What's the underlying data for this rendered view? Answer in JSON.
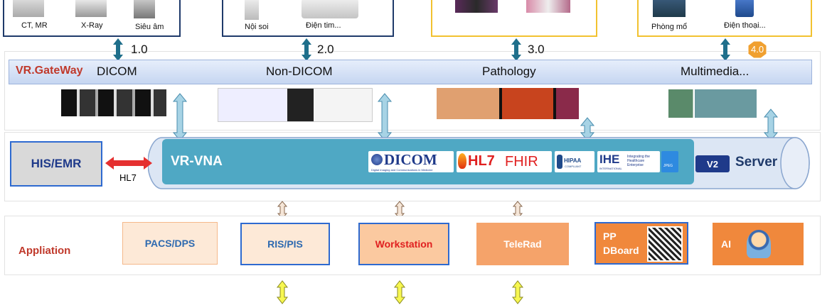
{
  "devices": {
    "group1": [
      "CT, MR",
      "X-Ray",
      "Siêu âm"
    ],
    "group2": [
      "Nội soi",
      "Điện tim..."
    ],
    "group4": [
      "Phòng mổ",
      "Điện thoại..."
    ]
  },
  "versions": [
    "1.0",
    "2.0",
    "3.0",
    "4.0"
  ],
  "gateway": {
    "brand": "VR.GateWay",
    "dicom": "DICOM",
    "non_dicom": "Non-DICOM",
    "pathology": "Pathology",
    "multimedia": "Multimedia..."
  },
  "vna": {
    "title": "VR-VNA",
    "server": "Server",
    "his": "HIS/EMR",
    "hl7_link": "HL7"
  },
  "standards": {
    "dicom": "DICOM",
    "dicom_tagline": "Digital Imaging and Communications in Medicine",
    "hl7": "HL7",
    "fhir": "FHIR",
    "hipaa": "HIPAA",
    "hipaa_sub": "COMPLIANT",
    "ihe": "IHE",
    "ihe_sub": "INTERNATIONAL",
    "ihe_desc": "Integrating the Healthcare Enterprise",
    "jpeg": "JPEG",
    "v2": "V2"
  },
  "applications": {
    "row_label": "Appliation",
    "pacs": "PACS/DPS",
    "ris": "RIS/PIS",
    "workstation": "Workstation",
    "telerad": "TeleRad",
    "dboard_line1": "PP",
    "dboard_line2": "DBoard",
    "ai": "AI"
  },
  "colors": {
    "dark_blue": "#1f3a6a",
    "yellow": "#f2c230",
    "teal": "#4fa8c4",
    "arrow_fill": "#8ec9dd",
    "his_red": "#e53030",
    "orange": "#f0883c",
    "light_orange": "#fbe0c8",
    "pale_orange": "#fde9d7",
    "workstation_red": "#e02020",
    "brand_red": "#c0392b"
  }
}
